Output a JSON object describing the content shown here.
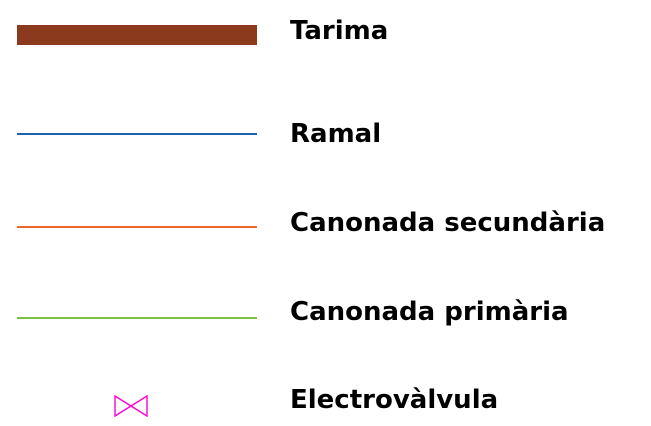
{
  "legend": {
    "items": [
      {
        "key": "tarima",
        "label": "Tarima",
        "symbol": "thick-bar",
        "color": "#8b3a1e"
      },
      {
        "key": "ramal",
        "label": "Ramal",
        "symbol": "line",
        "color": "#1f5fb4"
      },
      {
        "key": "secundaria",
        "label": "Canonada secundària",
        "symbol": "line",
        "color": "#f0652a"
      },
      {
        "key": "primaria",
        "label": "Canonada primària",
        "symbol": "line",
        "color": "#7cc242"
      },
      {
        "key": "electrovalvula",
        "label": "Electrovàlvula",
        "symbol": "valve-icon",
        "color": "#ff00cc"
      }
    ]
  }
}
